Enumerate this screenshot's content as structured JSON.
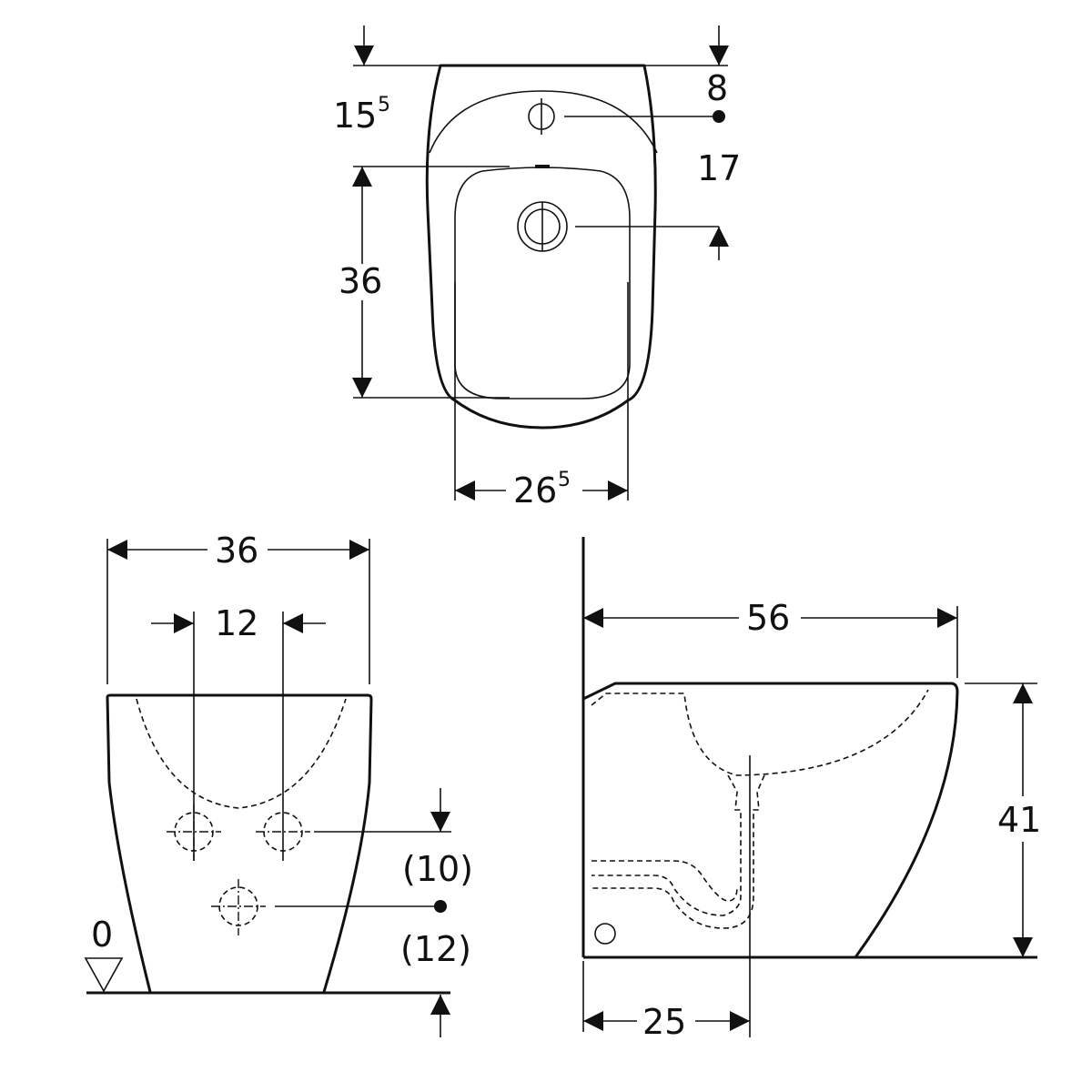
{
  "top_view": {
    "dim_width": {
      "main": "26",
      "sup": "5"
    },
    "dim_depth_bowl": "36",
    "dim_tap_hole_depth": {
      "main": "15",
      "sup": "5"
    },
    "dim_8": "8",
    "dim_17": "17"
  },
  "front_view": {
    "dim_width": "36",
    "dim_connection_spacing": "12",
    "dim_10": "(10)",
    "dim_12": "(12)",
    "floor_level": "0"
  },
  "side_view": {
    "dim_length": "56",
    "dim_height": "41",
    "dim_outlet_distance": "25"
  }
}
